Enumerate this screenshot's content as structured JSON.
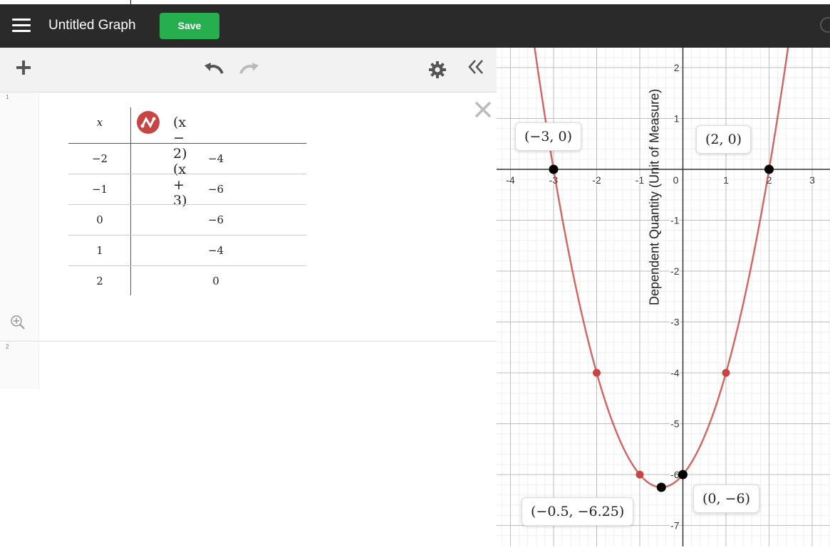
{
  "topbar": {
    "title": "Untitled Graph",
    "save_label": "Save"
  },
  "expression_list": {
    "row_numbers": [
      "1",
      "2"
    ],
    "table": {
      "headers": [
        "x",
        "(x − 2)(x + 3)"
      ],
      "rows": [
        [
          "−2",
          "−4"
        ],
        [
          "−1",
          "−6"
        ],
        [
          "0",
          "−6"
        ],
        [
          "1",
          "−4"
        ],
        [
          "2",
          "0"
        ]
      ],
      "icon": "desmos-table-regression-icon",
      "icon_color": "#c74440"
    }
  },
  "graph": {
    "ylabel": "Dependent Quantity (Unit of Measure)",
    "x_ticks": [
      "-4",
      "-3",
      "-2",
      "-1",
      "0",
      "1",
      "2",
      "3"
    ],
    "y_ticks": [
      "2",
      "1",
      "-1",
      "-2",
      "-3",
      "-4",
      "-5",
      "-6",
      "-7"
    ],
    "curve_color": "#c74440",
    "point_labels": [
      "(−3, 0)",
      "(2, 0)",
      "(−0.5, −6.25)",
      "(0, −6)"
    ]
  },
  "chart_data": {
    "type": "line",
    "title": "",
    "xlabel": "",
    "ylabel": "Dependent Quantity (Unit of Measure)",
    "xlim": [
      -4.2,
      3.4
    ],
    "ylim": [
      -7.3,
      2.4
    ],
    "series": [
      {
        "name": "(x − 2)(x + 3)",
        "function": "(x-2)*(x+3)",
        "color": "#c74440"
      }
    ],
    "table_points": [
      [
        -2,
        -4
      ],
      [
        -1,
        -6
      ],
      [
        0,
        -6
      ],
      [
        1,
        -4
      ],
      [
        2,
        0
      ]
    ],
    "labeled_points": [
      {
        "x": -3,
        "y": 0,
        "label": "(−3, 0)"
      },
      {
        "x": 2,
        "y": 0,
        "label": "(2, 0)"
      },
      {
        "x": -0.5,
        "y": -6.25,
        "label": "(−0.5, −6.25)"
      },
      {
        "x": 0,
        "y": -6,
        "label": "(0, −6)"
      }
    ],
    "grid": true
  }
}
